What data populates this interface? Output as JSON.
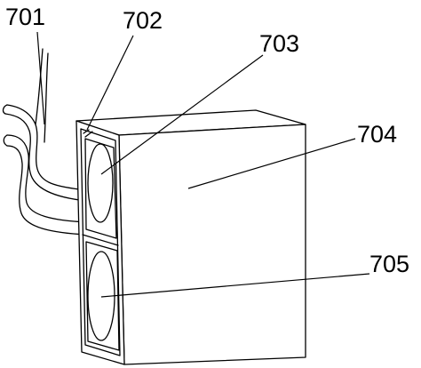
{
  "figure": {
    "labels": {
      "l701": "701",
      "l702": "702",
      "l703": "703",
      "l704": "704",
      "l705": "705"
    },
    "colors": {
      "line": "#000000",
      "background": "#ffffff"
    }
  }
}
